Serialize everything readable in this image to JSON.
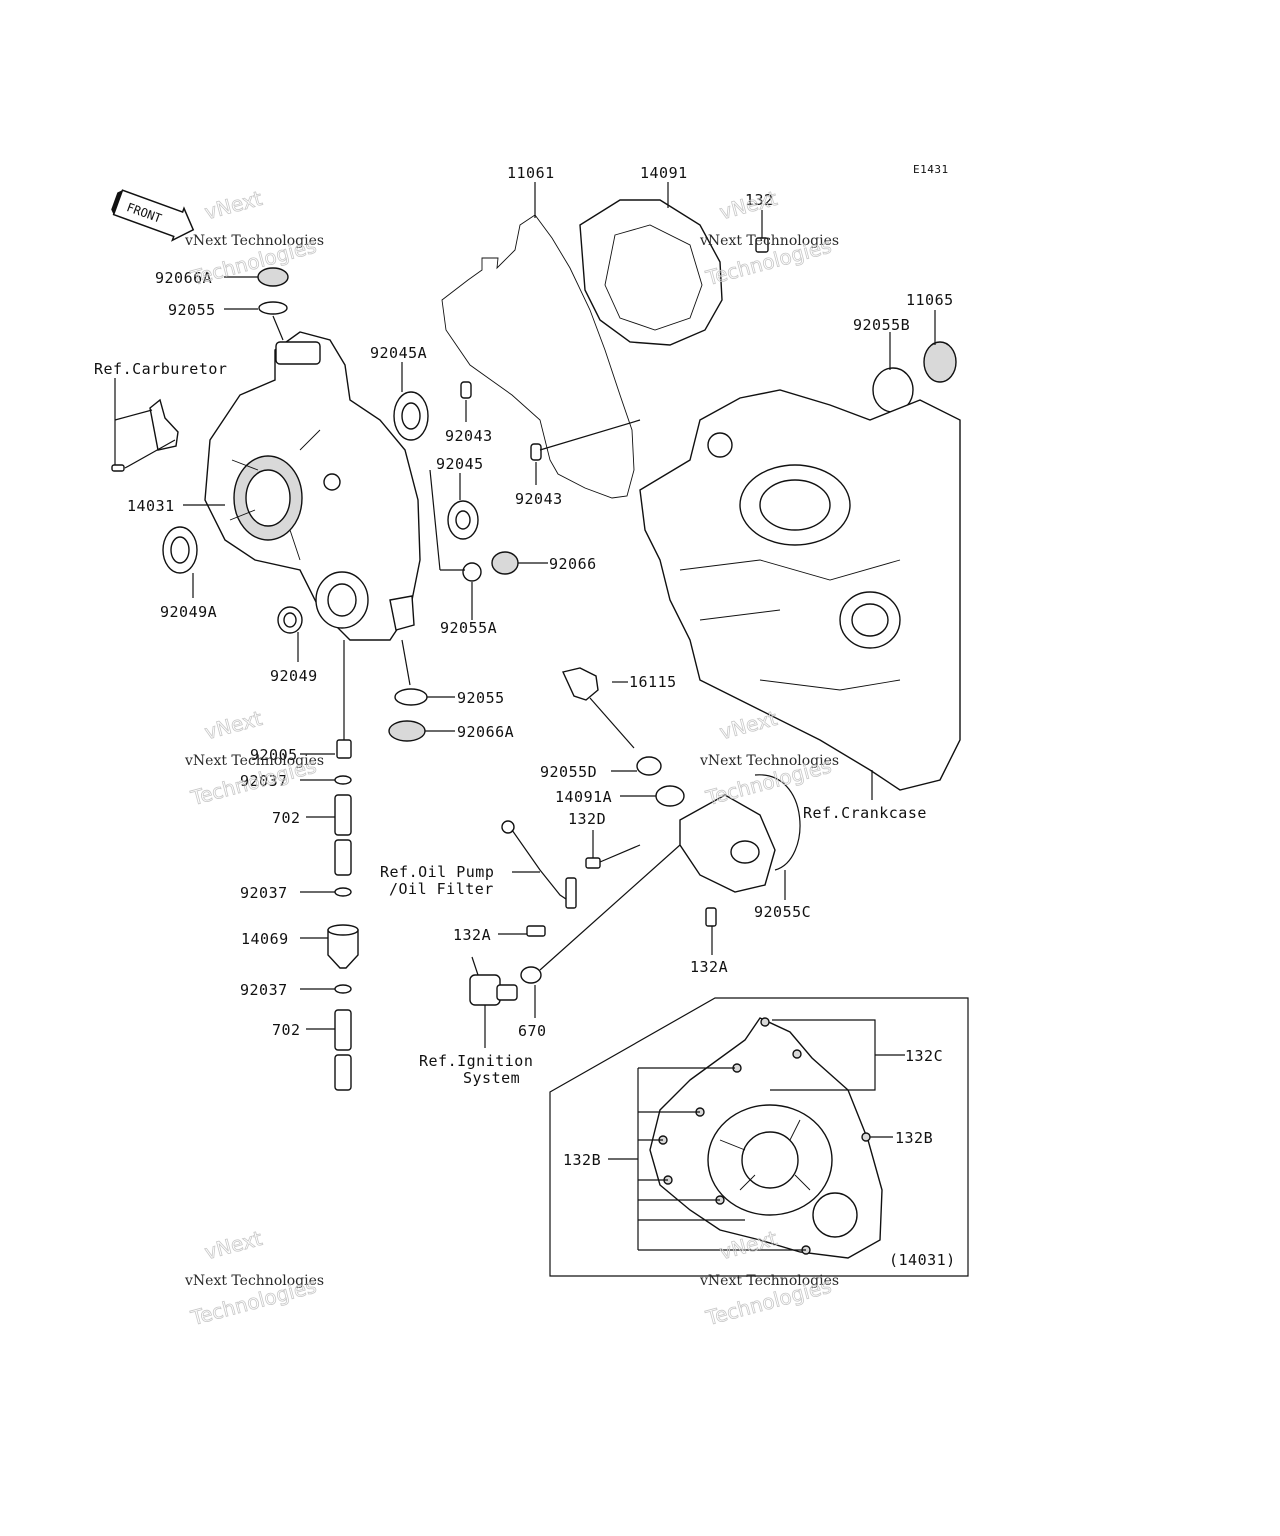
{
  "diagram_code": "E1431",
  "front_label": "FRONT",
  "watermark": {
    "line1": "vNext",
    "line2": "vNext Technologies",
    "line3": "Technologies"
  },
  "callouts": {
    "p11061": "11061",
    "p14091": "14091",
    "p132": "132",
    "p11065": "11065",
    "p92055B": "92055B",
    "p92066A_top": "92066A",
    "p92055_top": "92055",
    "ref_carburetor": "Ref.Carburetor",
    "p92045A": "92045A",
    "p92043a": "92043",
    "p92043b": "92043",
    "p92045": "92045",
    "p14031": "14031",
    "p92066": "92066",
    "p92049A": "92049A",
    "p92055A": "92055A",
    "p92049": "92049",
    "p16115": "16115",
    "p92055_mid": "92055",
    "p92066A_mid": "92066A",
    "p92005": "92005",
    "p92037a": "92037",
    "p92055D": "92055D",
    "p14091A": "14091A",
    "ref_crankcase": "Ref.Crankcase",
    "p702a": "702",
    "p132D": "132D",
    "ref_oil_pump_1": "Ref.Oil Pump",
    "ref_oil_pump_2": "/Oil Filter",
    "p92037b": "92037",
    "p92055C": "92055C",
    "p14069": "14069",
    "p132A_left": "132A",
    "p132A_right": "132A",
    "p92037c": "92037",
    "p670": "670",
    "p702b": "702",
    "ref_ignition_1": "Ref.Ignition",
    "ref_ignition_2": "System",
    "p132C": "132C",
    "p132B_right": "132B",
    "p132B_left": "132B",
    "inset_ref": "(14031)"
  }
}
